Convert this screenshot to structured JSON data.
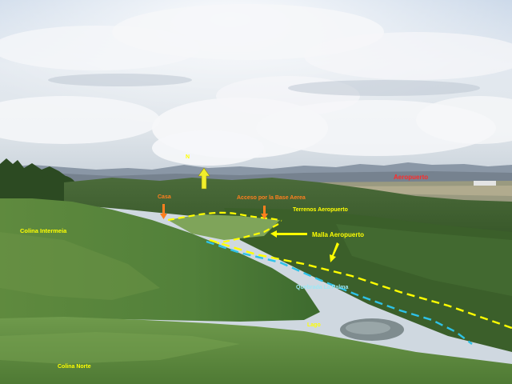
{
  "annotations": {
    "north": "N",
    "casa": "Casa",
    "acceso": "Acceso por la Base Aerea",
    "terrenos": "Terrenos Aeropuerto",
    "aeropuerto": "Aeropuerto",
    "colina_intermedia": "Colina Intermeia",
    "malla": "Malla Aeropuerto",
    "quebrada": "Quebrada La Palma",
    "lago": "Lago",
    "colina_norte": "Colina Norte"
  },
  "colors": {
    "annotation_yellow": "#ffff00",
    "annotation_orange": "#ff7f1e",
    "annotation_red": "#ff2a2a",
    "stream_blue": "#2ec2e8",
    "label_cyan": "#9de8f5",
    "arrow_fill": "#f1ee2c"
  }
}
